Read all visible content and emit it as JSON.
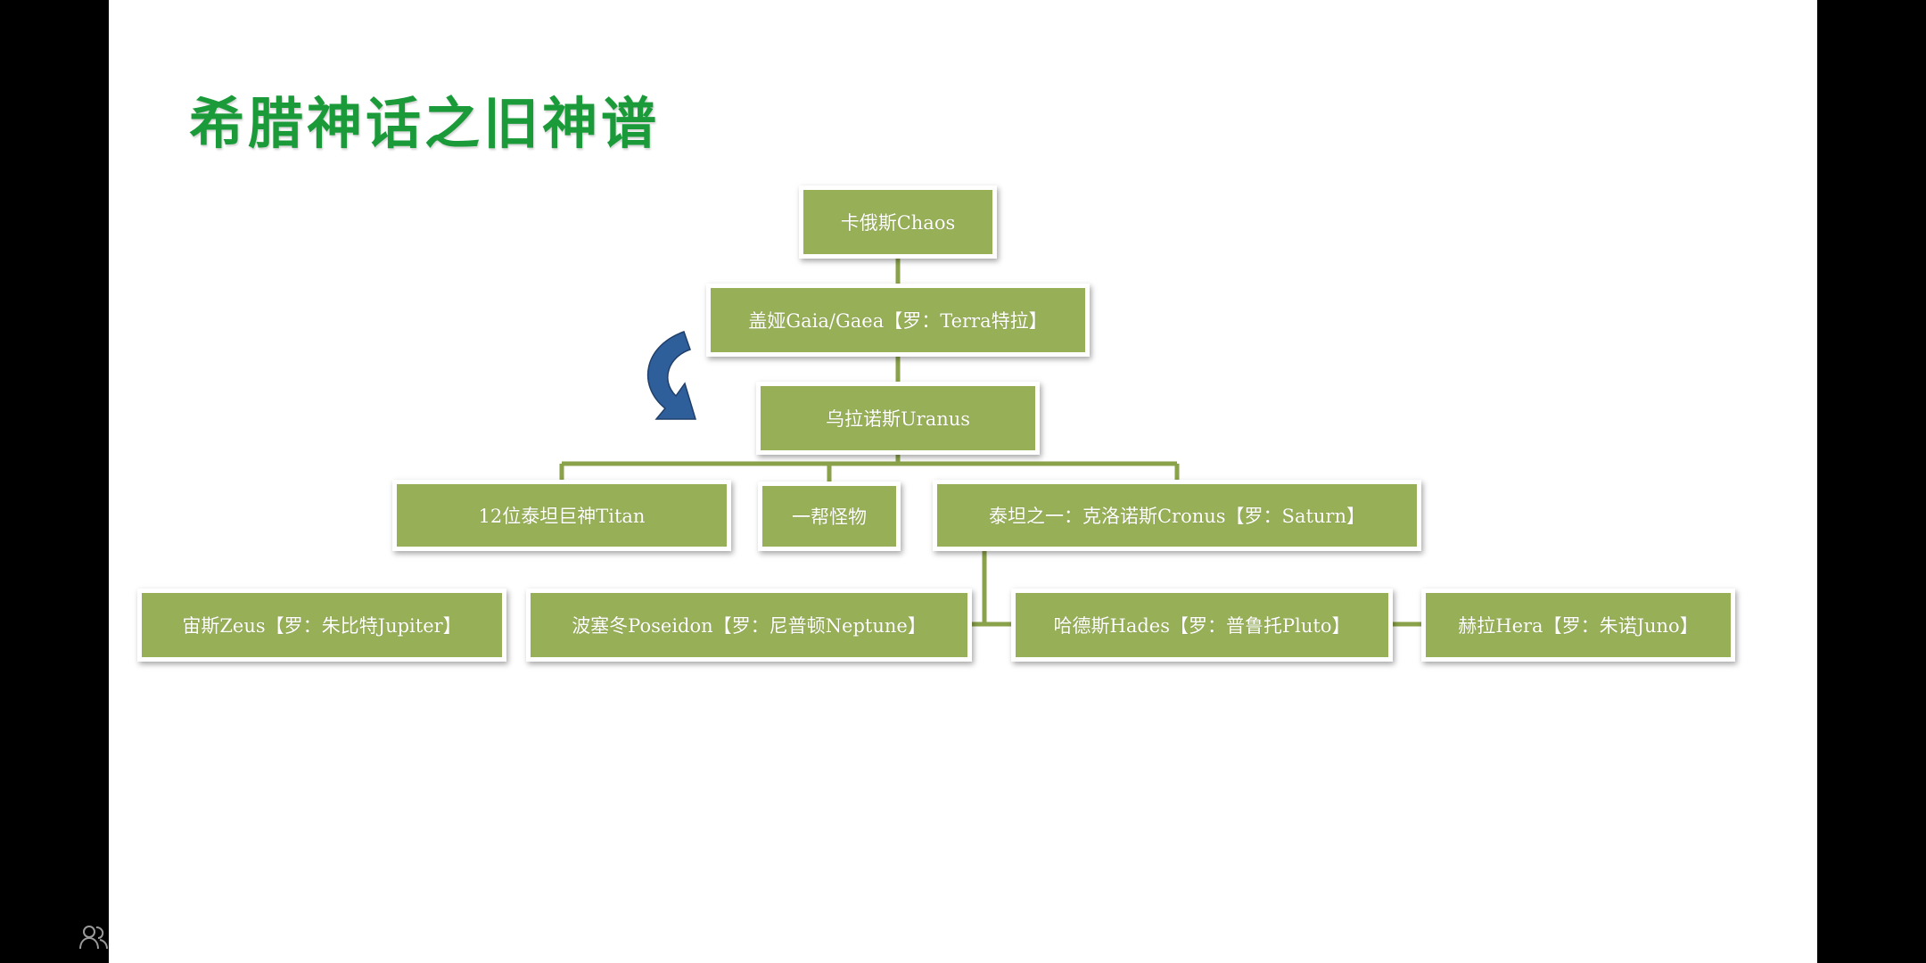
{
  "title": "希腊神话之旧神谱",
  "colors": {
    "node_fill": "#97af56",
    "connector": "#8aa24a",
    "title": "#1b9a3a",
    "arrow": "#2f5f9a"
  },
  "nodes": {
    "chaos": "卡俄斯Chaos",
    "gaia": "盖娅Gaia/Gaea【罗：Terra特拉】",
    "uranus": "乌拉诺斯Uranus",
    "titans": "12位泰坦巨神Titan",
    "monsters": "一帮怪物",
    "cronus": "泰坦之一：克洛诺斯Cronus【罗：Saturn】",
    "zeus": "宙斯Zeus【罗：朱比特Jupiter】",
    "poseidon": "波塞冬Poseidon【罗：尼普顿Neptune】",
    "hades": "哈德斯Hades【罗：普鲁托Pluto】",
    "hera": "赫拉Hera【罗：朱诺Juno】"
  },
  "icons": {
    "cycle_arrow": "curved-arrow-icon",
    "corner": "people-icon"
  }
}
